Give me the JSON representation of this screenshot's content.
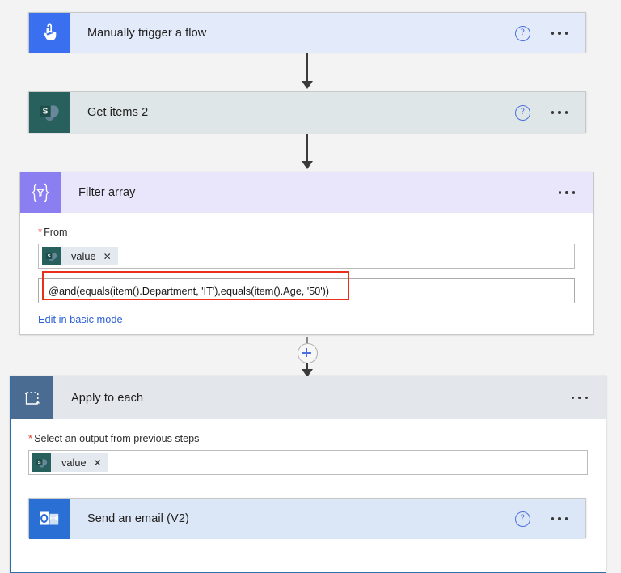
{
  "flow": {
    "trigger": {
      "title": "Manually trigger a flow",
      "icon": "manual-trigger-hand-icon",
      "help_icon": "help-question-icon",
      "more_icon": "more-options-ellipsis",
      "header_color": "#e3eaf9",
      "icon_color": "#3a6ff0"
    },
    "get_items": {
      "title": "Get items 2",
      "icon": "sharepoint-icon",
      "help_icon": "help-question-icon",
      "more_icon": "more-options-ellipsis",
      "header_color": "#dfe6e7",
      "icon_color": "#27605c"
    },
    "filter_array": {
      "title": "Filter array",
      "icon": "filter-array-braces-icon",
      "more_icon": "more-options-ellipsis",
      "header_color": "#e9e6fb",
      "icon_color": "#8b7ef0",
      "from_label": "From",
      "required_marker": "*",
      "from_token": {
        "label": "value",
        "icon": "sharepoint-icon",
        "remove_icon": "remove-token-x"
      },
      "expression": "@and(equals(item().Department, 'IT'),equals(item().Age, '50'))",
      "basic_mode_link": "Edit in basic mode",
      "annotation_color": "#e8301b"
    },
    "insert_step": {
      "icon": "add-step-plus-icon"
    },
    "apply_to_each": {
      "title": "Apply to each",
      "icon": "loop-apply-to-each-icon",
      "more_icon": "more-options-ellipsis",
      "header_color": "#e3e7ec",
      "icon_color": "#4b6c92",
      "selection_color": "#2a6fa8",
      "select_label": "Select an output from previous steps",
      "required_marker": "*",
      "select_token": {
        "label": "value",
        "icon": "sharepoint-icon",
        "remove_icon": "remove-token-x"
      }
    },
    "send_email": {
      "title": "Send an email (V2)",
      "icon": "outlook-icon",
      "help_icon": "help-question-icon",
      "more_icon": "more-options-ellipsis",
      "header_color": "#dbe6f7",
      "icon_color": "#2a6fd4"
    }
  }
}
